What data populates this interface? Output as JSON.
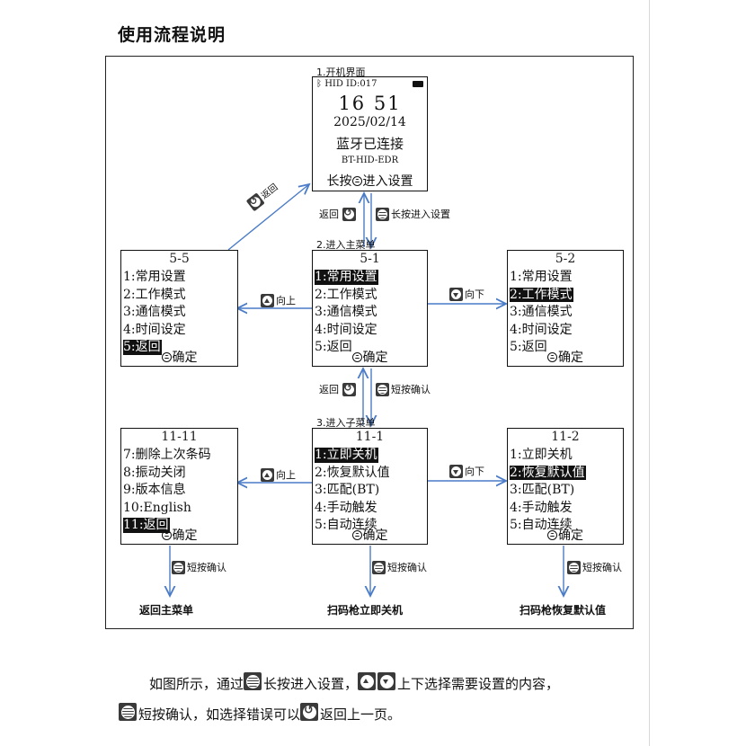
{
  "title": "使用流程说明",
  "sections": {
    "boot": "1.开机界面",
    "main_menu": "2.进入主菜单",
    "sub_menu": "3.进入子菜单"
  },
  "boot_screen": {
    "bt_symbol": "ᛒ",
    "status": "HID   ID:017",
    "time": "16 51",
    "date": "2025/02/14",
    "connection": "蓝牙已连接",
    "mode": "BT-HID-EDR",
    "hint_pre": "长按",
    "hint_post": "进入设置"
  },
  "screens": {
    "s5_5": {
      "header": "5-5",
      "items": [
        "1:常用设置",
        "2:工作模式",
        "3:通信模式",
        "4:时间设定",
        "5:返回"
      ],
      "selected": 4,
      "footer": "确定"
    },
    "s5_1": {
      "header": "5-1",
      "items": [
        "1:常用设置",
        "2:工作模式",
        "3:通信模式",
        "4:时间设定",
        "5:返回"
      ],
      "selected": 0,
      "footer": "确定"
    },
    "s5_2": {
      "header": "5-2",
      "items": [
        "1:常用设置",
        "2:工作模式",
        "3:通信模式",
        "4:时间设定",
        "5:返回"
      ],
      "selected": 1,
      "footer": "确定"
    },
    "s11_11": {
      "header": "11-11",
      "items": [
        "7:删除上次条码",
        "8:振动关闭",
        "9:版本信息",
        "10:English",
        "11:返回"
      ],
      "selected": 4,
      "footer": "确定"
    },
    "s11_1": {
      "header": "11-1",
      "items": [
        "1:立即关机",
        "2:恢复默认值",
        "3:匹配(BT)",
        "4:手动触发",
        "5:自动连续"
      ],
      "selected": 0,
      "footer": "确定"
    },
    "s11_2": {
      "header": "11-2",
      "items": [
        "1:立即关机",
        "2:恢复默认值",
        "3:匹配(BT)",
        "4:手动触发",
        "5:自动连续"
      ],
      "selected": 1,
      "footer": "确定"
    }
  },
  "labels": {
    "back": "返回",
    "long_press_enter": "长按进入设置",
    "short_press_confirm": "短按确认",
    "up": "向上",
    "down": "向下",
    "diag_back": "返回"
  },
  "outcomes": {
    "left": "返回主菜单",
    "center": "扫码枪立即关机",
    "right": "扫码枪恢复默认值"
  },
  "caption": {
    "line1_a": "如图所示，通过",
    "line1_b": "长按进入设置，",
    "line1_c": "上下选择需要设置的内容，",
    "line2_a": "短按确认，如选择错误可以",
    "line2_b": "返回上一页。"
  },
  "colors": {
    "arrow": "#4a7cc7",
    "ink": "#111111"
  }
}
